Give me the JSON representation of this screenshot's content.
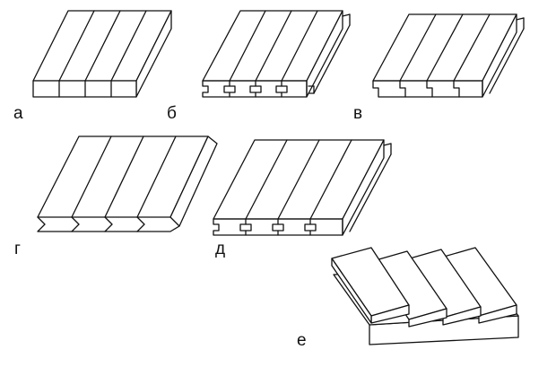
{
  "figure": {
    "panels": [
      {
        "id": "a",
        "label": "а",
        "joint": "plain-butt"
      },
      {
        "id": "b",
        "label": "б",
        "joint": "tongue-and-groove"
      },
      {
        "id": "v",
        "label": "в",
        "joint": "rebated"
      },
      {
        "id": "g",
        "label": "г",
        "joint": "v-groove"
      },
      {
        "id": "d",
        "label": "д",
        "joint": "tongue-and-groove-wide"
      },
      {
        "id": "e",
        "label": "е",
        "joint": "overlapping"
      }
    ]
  }
}
